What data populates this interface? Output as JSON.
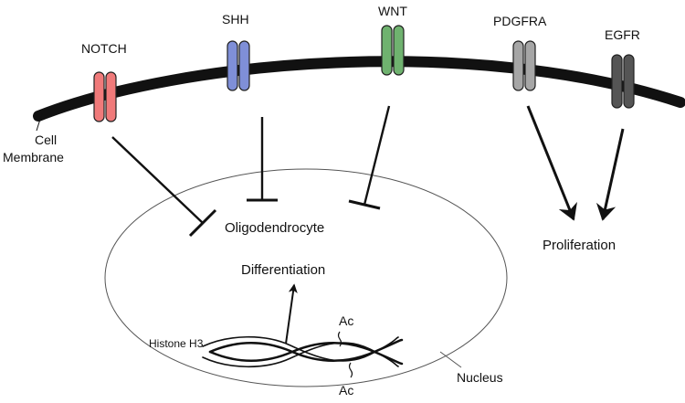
{
  "receptors": {
    "notch": {
      "label": "NOTCH",
      "color": "#f07a7a"
    },
    "shh": {
      "label": "SHH",
      "color": "#7f8fd8"
    },
    "wnt": {
      "label": "WNT",
      "color": "#6fb26f"
    },
    "pdgfra": {
      "label": "PDGFRA",
      "color": "#a6a6a6"
    },
    "egfr": {
      "label": "EGFR",
      "color": "#555555"
    }
  },
  "labels": {
    "cell_membrane_line1": "Cell",
    "cell_membrane_line2": "Membrane",
    "oligodendrocyte": "Oligodendrocyte",
    "differentiation": "Differentiation",
    "proliferation": "Proliferation",
    "histone": "Histone H3",
    "ac_top": "Ac",
    "ac_bottom": "Ac",
    "nucleus": "Nucleus"
  },
  "relations": [
    {
      "from": "NOTCH",
      "to": "Oligodendrocyte Differentiation",
      "type": "inhibits"
    },
    {
      "from": "SHH",
      "to": "Oligodendrocyte Differentiation",
      "type": "inhibits"
    },
    {
      "from": "WNT",
      "to": "Oligodendrocyte Differentiation",
      "type": "inhibits"
    },
    {
      "from": "PDGFRA",
      "to": "Proliferation",
      "type": "activates"
    },
    {
      "from": "EGFR",
      "to": "Proliferation",
      "type": "activates"
    },
    {
      "from": "Histone H3",
      "to": "Differentiation",
      "type": "activates"
    }
  ]
}
